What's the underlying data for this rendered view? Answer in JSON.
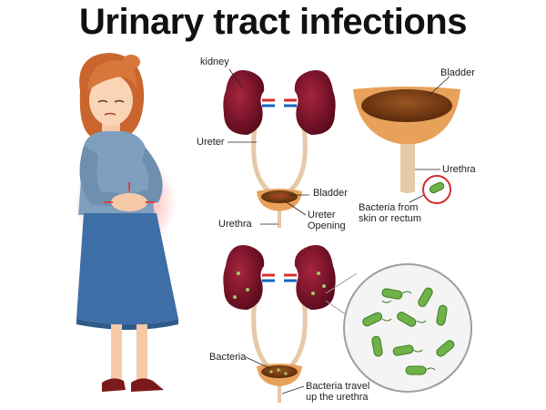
{
  "title": "Urinary tract infections",
  "labels": {
    "kidney": "kidney",
    "ureter": "Ureter",
    "bladder_small": "Bladder",
    "urethra_small": "Urethra",
    "ureter_opening_1": "Ureter",
    "ureter_opening_2": "Opening",
    "bladder_large": "Bladder",
    "urethra_large": "Urethra",
    "bacteria_source_1": "Bacteria from",
    "bacteria_source_2": "skin or rectum",
    "bacteria": "Bacteria",
    "travel_1": "Bacteria travel",
    "travel_2": "up the urethra"
  },
  "colors": {
    "kidney": "#7a1028",
    "tube": "#e6c9a6",
    "bladder_wall": "#e8a15a",
    "bladder_inner": "#7a3c14",
    "bacteria": "#6fb24a",
    "shirt": "#7f9fbf",
    "skirt": "#3d6ea6",
    "hair": "#d7773b",
    "pain": "#e53935"
  }
}
